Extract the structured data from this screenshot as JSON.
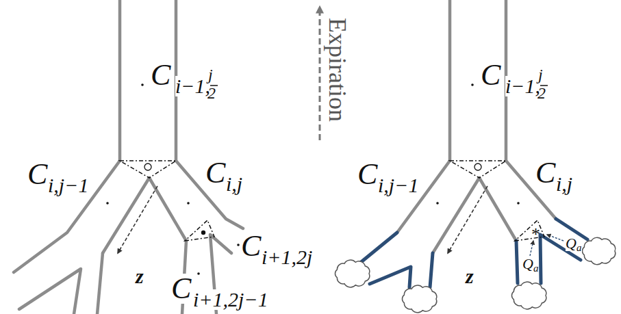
{
  "diagram": {
    "labels": [
      "Expiration",
      "C",
      "i−1,",
      "j",
      "2",
      "C",
      "i,j−1",
      "C",
      "i,j",
      "z",
      "C",
      "i+1,2j",
      "C",
      "i+1,2j−1",
      "C",
      "i−1,",
      "j",
      "2",
      "C",
      "i,j−1",
      "C",
      "i,j",
      "z",
      "*",
      "Q",
      "a",
      "Q",
      "a"
    ]
  }
}
